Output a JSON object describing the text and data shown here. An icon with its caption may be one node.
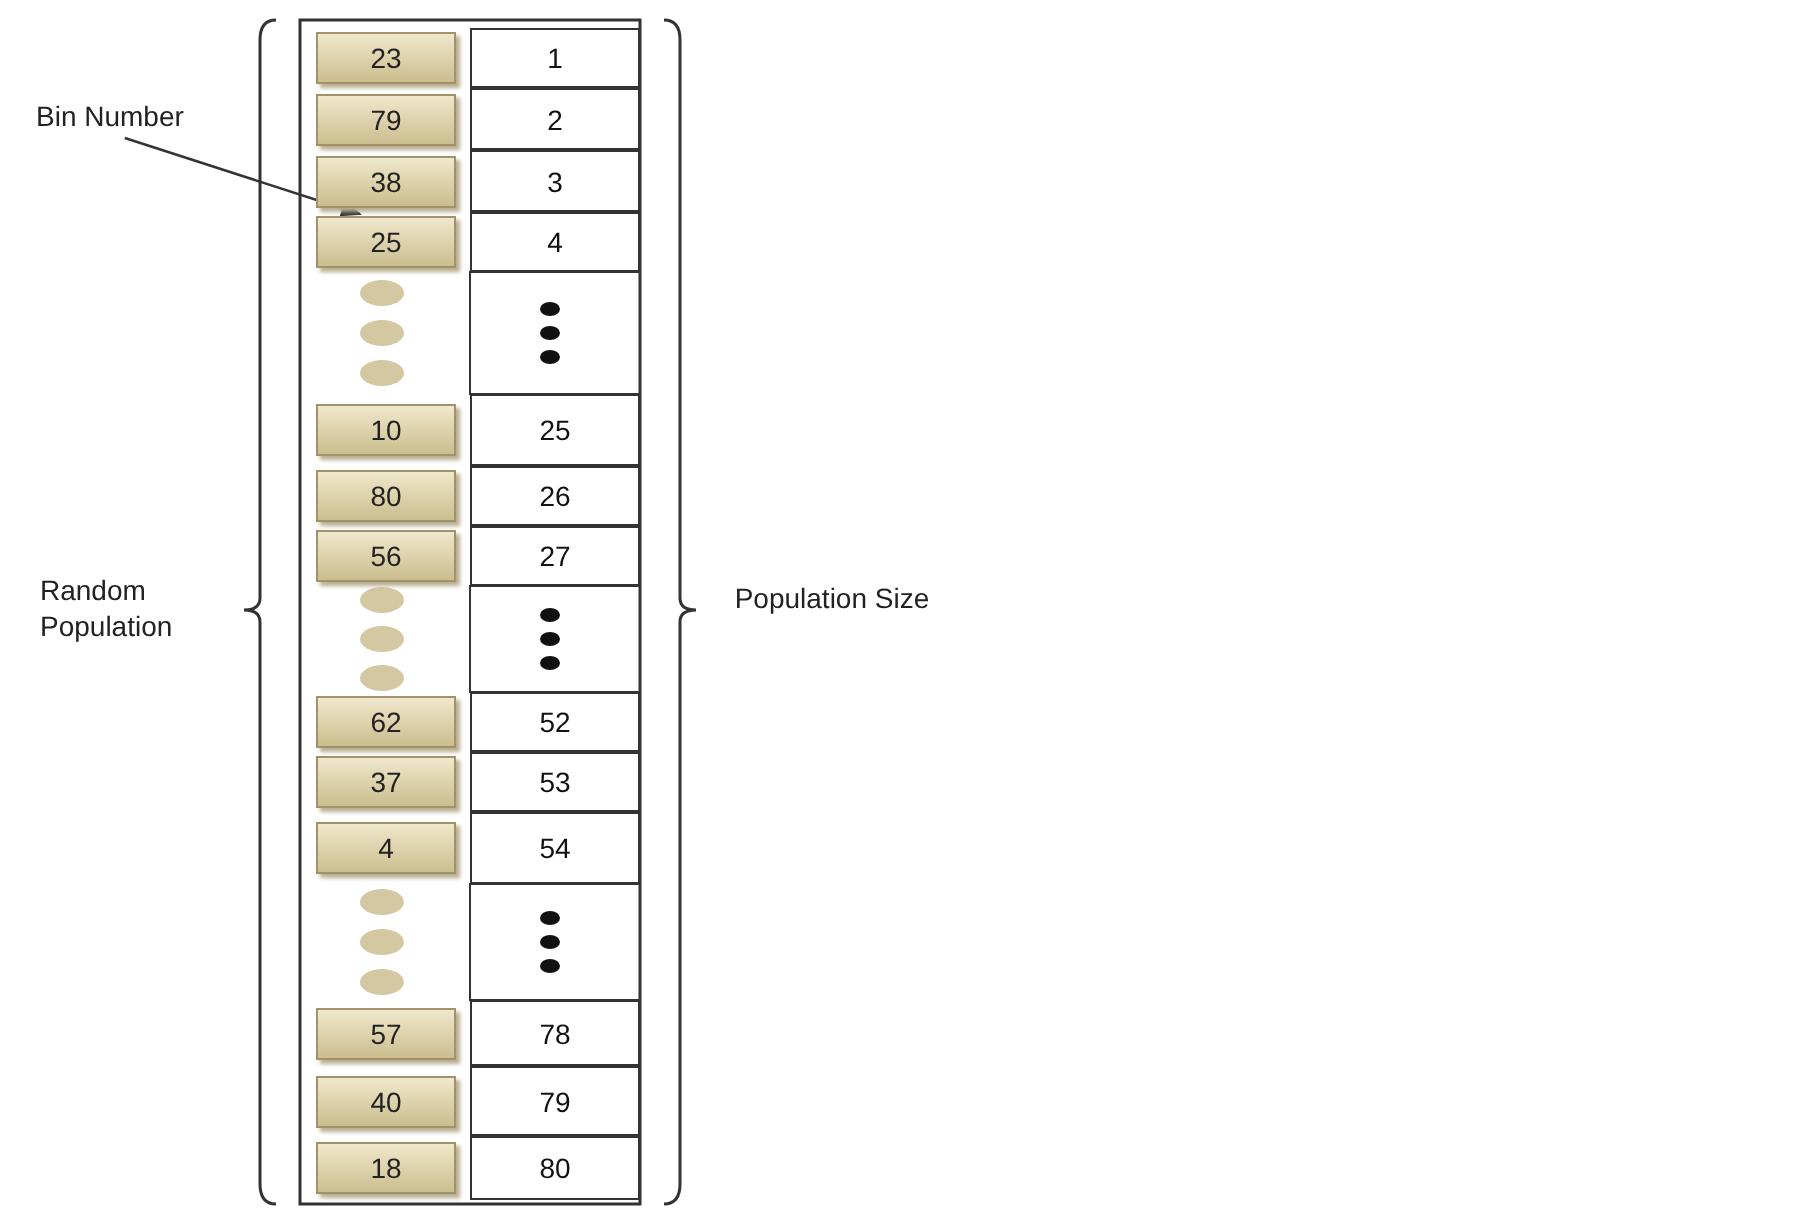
{
  "diagram": {
    "nodes": [
      {
        "text": [
          "Bin Number"
        ]
      },
      {
        "text": [
          "23"
        ]
      },
      {
        "text": [
          "79"
        ]
      },
      {
        "text": [
          "38"
        ]
      },
      {
        "text": [
          "25"
        ]
      },
      {
        "text": [
          "10"
        ]
      },
      {
        "text": [
          "80"
        ]
      },
      {
        "text": [
          "56"
        ]
      },
      {
        "text": [
          "62"
        ]
      },
      {
        "text": [
          "37"
        ]
      },
      {
        "text": [
          "4"
        ]
      },
      {
        "text": [
          "57"
        ]
      },
      {
        "text": [
          "40"
        ]
      },
      {
        "text": [
          "18"
        ]
      }
    ],
    "edges": [
      {
        "from": 0,
        "to": 4,
        "arrow": "to"
      }
    ],
    "labels": [
      "1",
      "2",
      "3",
      "4",
      "25",
      "26",
      "27",
      "52",
      "53",
      "54",
      "78",
      "79",
      "80",
      "Random Population",
      "Population Size"
    ]
  }
}
